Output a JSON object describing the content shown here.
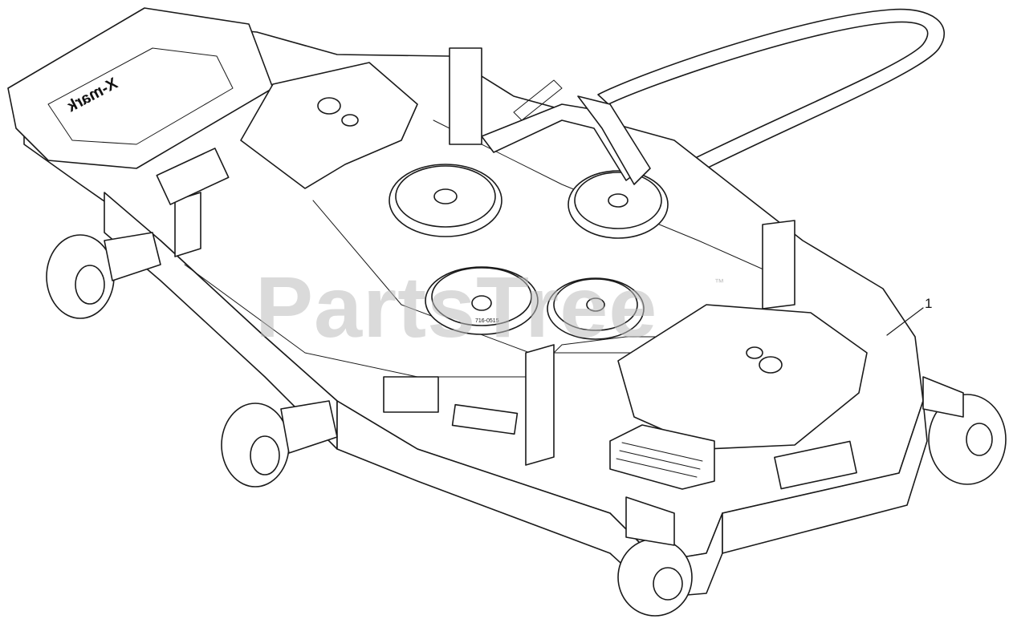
{
  "watermark": {
    "text": "PartsTree",
    "trademark": "™"
  },
  "brand_text": "X-mark",
  "callouts": [
    {
      "label": "1"
    }
  ],
  "part_labels": {
    "pulley_text": "716-0515"
  },
  "colors": {
    "line": "#1a1a1a",
    "watermark": "#bdbdbd",
    "background": "#ffffff"
  }
}
